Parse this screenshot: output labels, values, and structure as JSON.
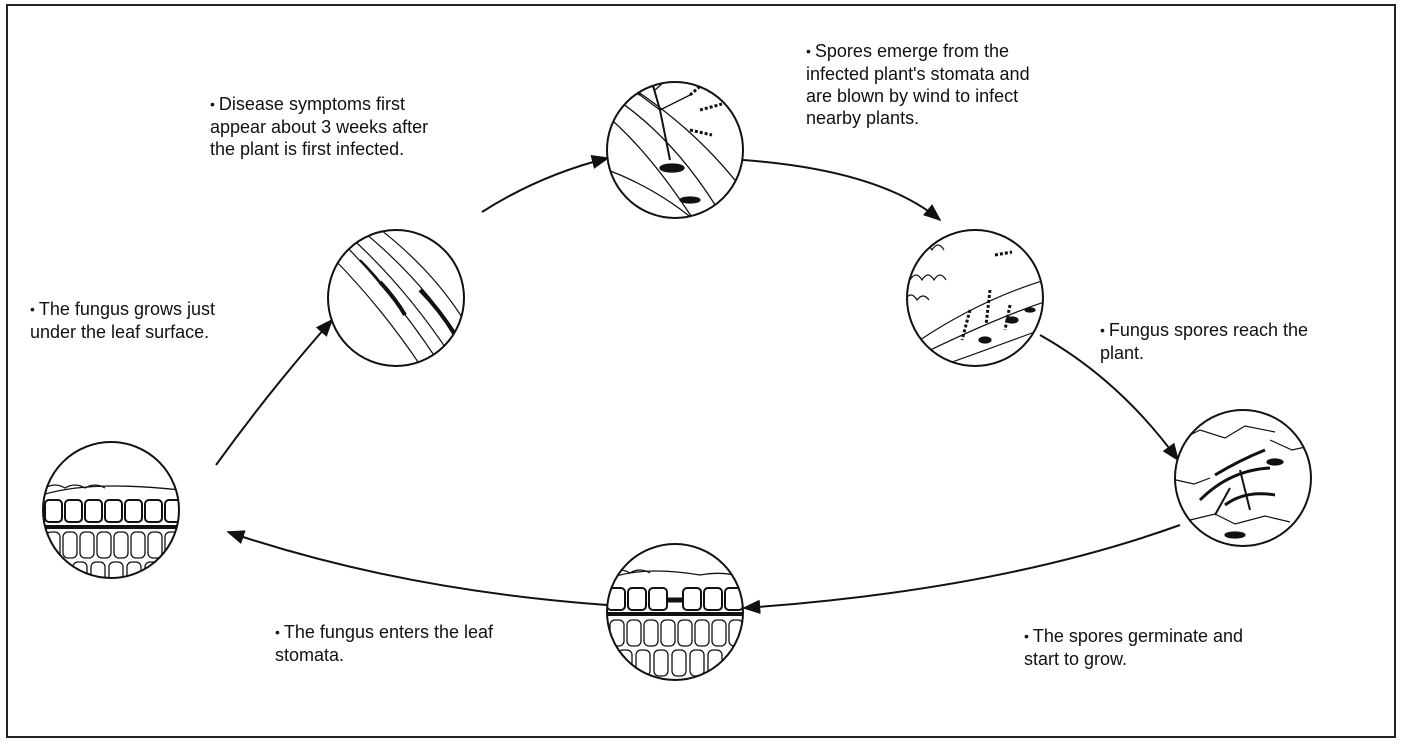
{
  "stages": [
    {
      "id": "spores-reach",
      "text": "Fungus spores reach the\nplant."
    },
    {
      "id": "germinate",
      "text": "The spores germinate and\nstart to grow."
    },
    {
      "id": "enters-stomata",
      "text": "The fungus enters the leaf\nstomata."
    },
    {
      "id": "grows-under-surface",
      "text": "The fungus grows just\nunder the leaf surface."
    },
    {
      "id": "symptoms-appear",
      "text": "Disease symptoms first\nappear about 3 weeks after\nthe plant is first infected."
    },
    {
      "id": "spores-emerge",
      "text": "Spores emerge from the\ninfected plant's stomata and\nare blown by wind to infect\nnearby plants."
    }
  ],
  "bullet_glyph": "•",
  "colors": {
    "ink": "#111111",
    "background": "#ffffff"
  },
  "icons": [
    "spore-cluster-illustration",
    "spore-landing-illustration",
    "germination-illustration",
    "leaf-cross-section-illustration",
    "leaf-vein-illustration",
    "cycle-arrow"
  ]
}
